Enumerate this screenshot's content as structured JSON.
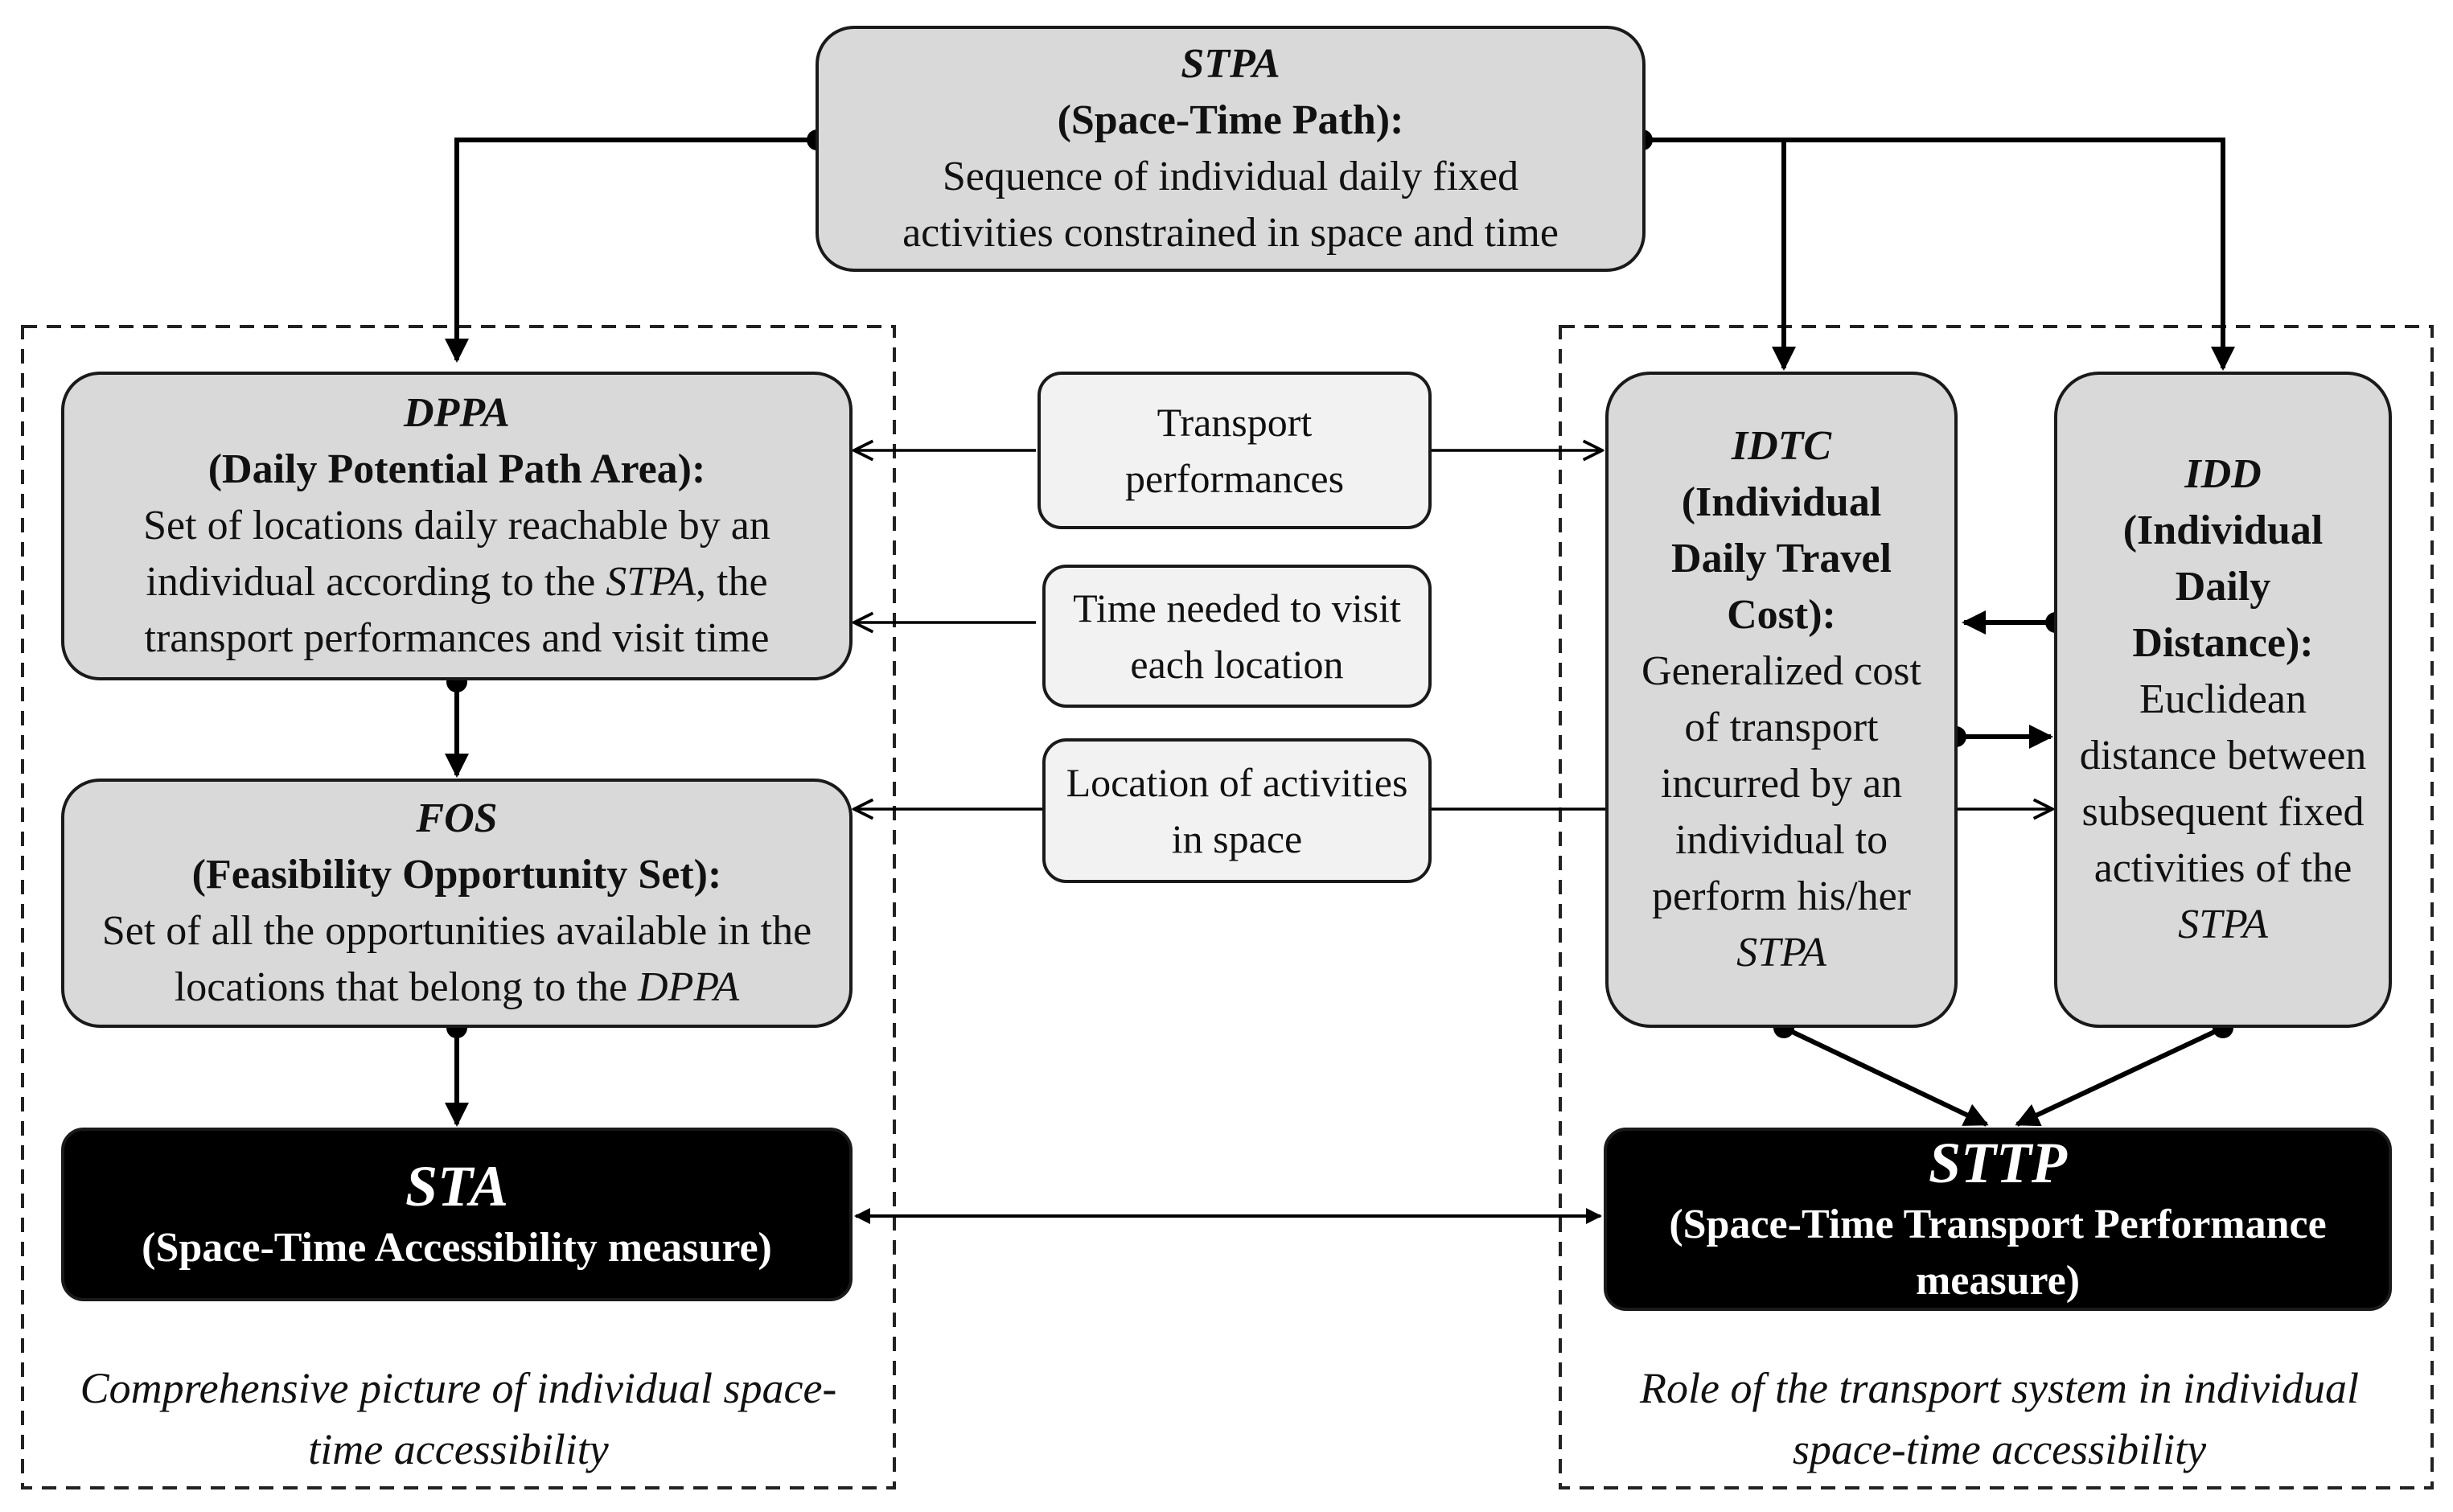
{
  "stpa": {
    "acronym": "STPA",
    "name": "(Space-Time Path):",
    "desc": "Sequence of individual daily fixed activities constrained in space and time"
  },
  "dppa": {
    "acronym": "DPPA",
    "name": "(Daily Potential Path Area):",
    "desc_part1": "Set of locations daily reachable by an individual according to the ",
    "desc_ref": "STPA",
    "desc_part2": ", the transport performances and visit time"
  },
  "fos": {
    "acronym": "FOS",
    "name": "(Feasibility Opportunity Set):",
    "desc_part1": "Set of all the opportunities available in the locations that belong to the ",
    "desc_ref": "DPPA"
  },
  "sta": {
    "acronym": "STA",
    "name": "(Space-Time Accessibility measure)"
  },
  "idtc": {
    "acronym": "IDTC",
    "name": "(Individual Daily Travel Cost):",
    "desc": "Generalized cost of transport incurred by an individual to perform his/her",
    "desc_ref": "STPA"
  },
  "idd": {
    "acronym": "IDD",
    "name": "(Individual Daily Distance):",
    "desc": "Euclidean distance between subsequent fixed activities of the ",
    "desc_ref": "STPA"
  },
  "sttp": {
    "acronym": "STTP",
    "name": "(Space-Time Transport Performance measure)"
  },
  "inputs": {
    "transport": "Transport performances",
    "time": "Time needed to visit each location",
    "location": "Location of activities in space"
  },
  "captions": {
    "left": "Comprehensive picture of individual space-time accessibility",
    "right": "Role of the transport system in individual space-time accessibility"
  }
}
